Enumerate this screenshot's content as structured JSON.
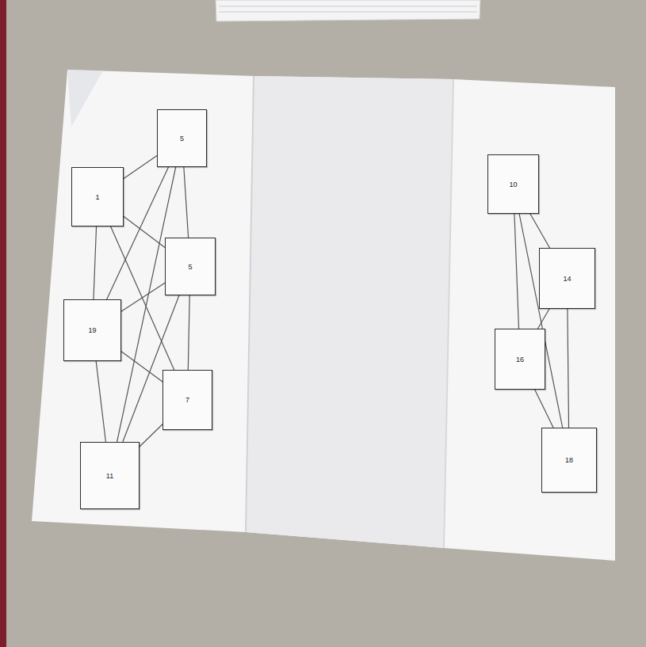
{
  "diagram": {
    "nodes": [
      {
        "text": [
          "5"
        ]
      },
      {
        "text": [
          "1"
        ]
      },
      {
        "text": [
          "5"
        ]
      },
      {
        "text": [
          "19"
        ]
      },
      {
        "text": [
          "7"
        ]
      },
      {
        "text": [
          "11"
        ]
      },
      {
        "text": [
          "10"
        ]
      },
      {
        "text": [
          "14"
        ]
      },
      {
        "text": [
          "16"
        ]
      },
      {
        "text": [
          "18"
        ]
      }
    ],
    "edges": [
      {
        "from": 1,
        "to": 0,
        "arrow": "none"
      },
      {
        "from": 0,
        "to": 2,
        "arrow": "none"
      },
      {
        "from": 0,
        "to": 3,
        "arrow": "none"
      },
      {
        "from": 0,
        "to": 5,
        "arrow": "none"
      },
      {
        "from": 1,
        "to": 3,
        "arrow": "none"
      },
      {
        "from": 1,
        "to": 4,
        "arrow": "none"
      },
      {
        "from": 1,
        "to": 2,
        "arrow": "none"
      },
      {
        "from": 2,
        "to": 3,
        "arrow": "none"
      },
      {
        "from": 2,
        "to": 4,
        "arrow": "none"
      },
      {
        "from": 2,
        "to": 5,
        "arrow": "none"
      },
      {
        "from": 3,
        "to": 4,
        "arrow": "none"
      },
      {
        "from": 3,
        "to": 5,
        "arrow": "none"
      },
      {
        "from": 4,
        "to": 5,
        "arrow": "none"
      },
      {
        "from": 6,
        "to": 8,
        "arrow": "none"
      },
      {
        "from": 6,
        "to": 7,
        "arrow": "none"
      },
      {
        "from": 6,
        "to": 9,
        "arrow": "none"
      },
      {
        "from": 7,
        "to": 8,
        "arrow": "none"
      },
      {
        "from": 7,
        "to": 9,
        "arrow": "none"
      },
      {
        "from": 8,
        "to": 9,
        "arrow": "none"
      }
    ]
  }
}
